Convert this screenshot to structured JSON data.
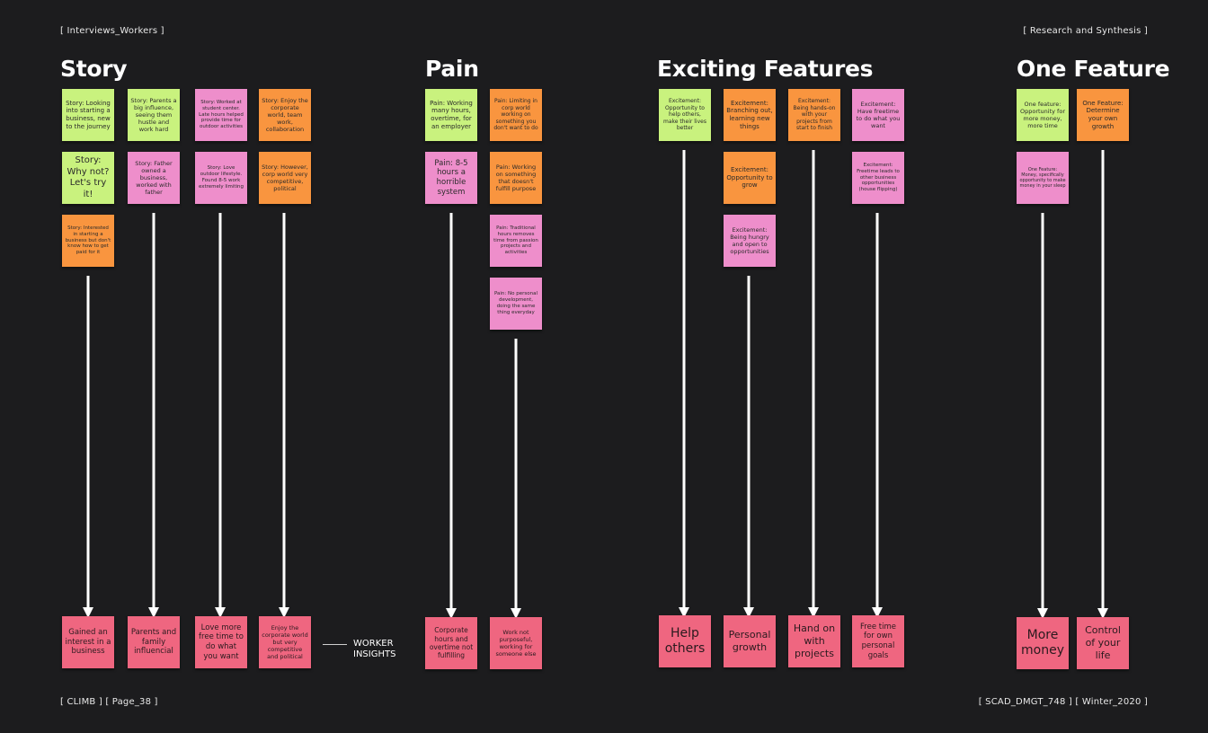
{
  "header": {
    "left": "[ Interviews_Workers ]",
    "right": "[ Research and Synthesis ]"
  },
  "footer": {
    "left": "[ CLIMB ] [ Page_38 ]",
    "right": "[ SCAD_DMGT_748 ] [ Winter_2020 ]"
  },
  "colors": {
    "background": "#1c1c1e",
    "green": "#c9f27e",
    "orange": "#f9953f",
    "pink": "#ee8ecb",
    "red": "#ef6680",
    "arrow": "#ffffff"
  },
  "sections": {
    "story": {
      "title": "Story",
      "notes": [
        "Story: Looking into starting a business, new to the journey",
        "Story: Why not? Let's try it!",
        "Story: Interested in starting a business but don't know how to get paid for it",
        "Story: Parents a big influence, seeing them hustle and work hard",
        "Story: Father owned a business, worked with father",
        "Story: Worked at student center. Late hours helped provide time for outdoor activities",
        "Story: Love outdoor lifestyle. Found 8-5 work extremely limiting",
        "Story: Enjoy the corporate world, team work, collaboration",
        "Story: However, corp world very competitive, political"
      ],
      "insights": [
        "Gained an interest in a business",
        "Parents and family influencial",
        "Love more free time to do what you want",
        "Enjoy the corporate world but very competitive and political"
      ],
      "insight_label": "WORKER INSIGHTS"
    },
    "pain": {
      "title": "Pain",
      "notes": [
        "Pain: Working many hours, overtime, for an employer",
        "Pain: 8-5 hours a horrible system",
        "Pain: Limiting in corp world working on something you don't want to do",
        "Pain: Working on something that doesn't fulfill purpose",
        "Pain: Traditional hours removes time from passion projects and activities",
        "Pain: No personal development, doing the same thing everyday"
      ],
      "insights": [
        "Corporate hours and overtime not fulfilling",
        "Work not purposeful, working for someone else"
      ]
    },
    "exciting": {
      "title": "Exciting Features",
      "notes": [
        "Excitement: Opportunity to help others, make their lives better",
        "Excitement: Branching out, learning new things",
        "Excitement: Opportunity to grow",
        "Excitement: Being hungry and open to opportunities",
        "Excitement: Being hands-on with your projects from start to finish",
        "Excitement: Have freetime to do what you want",
        "Excitement: Freetime leads to other business opportunities (house flipping)"
      ],
      "insights": [
        "Help others",
        "Personal growth",
        "Hand on with projects",
        "Free time for own personal goals"
      ]
    },
    "one": {
      "title": "One Feature",
      "notes": [
        "One feature: Opportunity for more money, more time",
        "One Feature: Determine your own growth",
        "One Feature: Money, specifically opportunity to make money in your sleep"
      ],
      "insights": [
        "More money",
        "Control of your life"
      ]
    }
  }
}
